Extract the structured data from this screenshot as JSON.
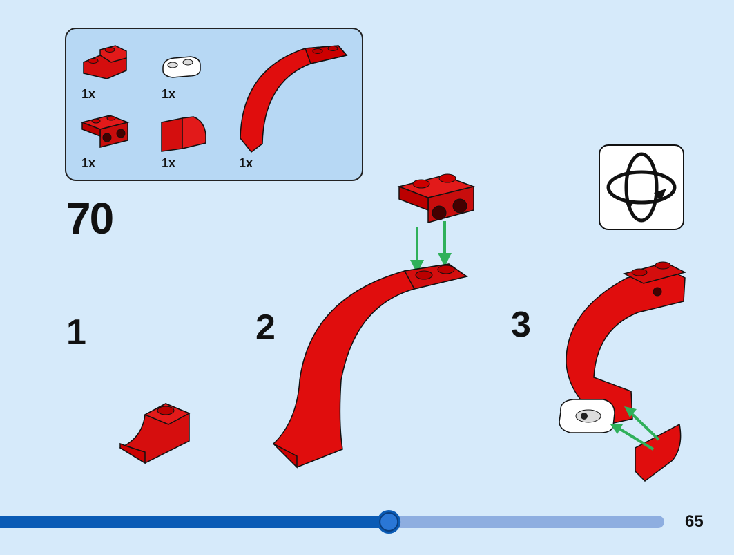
{
  "parts_list": {
    "items": [
      {
        "name": "red-inverted-slope-bracket",
        "qty": "1x"
      },
      {
        "name": "white-round-plate-1x2",
        "qty": "1x"
      },
      {
        "name": "red-bracket-1x2-2x2",
        "qty": "1x"
      },
      {
        "name": "red-slope-curved-1x2",
        "qty": "1x"
      },
      {
        "name": "red-arch-curved-large",
        "qty": "1x"
      }
    ]
  },
  "instruction": {
    "step_number": "70",
    "substeps": [
      "1",
      "2",
      "3"
    ]
  },
  "rotate_icon": "rotate-model-icon",
  "progress": {
    "fraction": 0.575,
    "color_done": "#0a5bb5",
    "color_remaining": "#8eaee0"
  },
  "page": {
    "number": "65"
  },
  "colors": {
    "background": "#d6eafa",
    "parts_box": "#b7d8f4",
    "brick_red": "#e00d0d",
    "arrow_green": "#2fb05a"
  }
}
